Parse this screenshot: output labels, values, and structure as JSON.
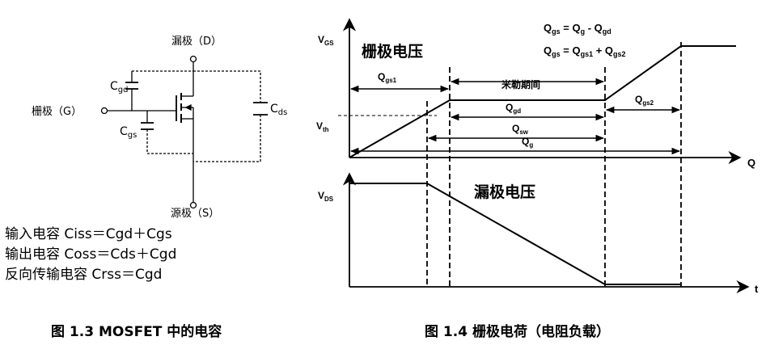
{
  "figure13": {
    "drain_label": "漏极（D）",
    "gate_label": "栅极（G）",
    "source_label": "源极（S）",
    "cgd": "C",
    "cgd_sub": "gd",
    "cgs": "C",
    "cgs_sub": "gs",
    "cds": "C",
    "cds_sub": "ds",
    "eq1": "输入电容 Ciss＝Cgd＋Cgs",
    "eq2": "输出电容 Coss＝Cds＋Cgd",
    "eq3": "反向传输电容 Crss＝Cgd",
    "caption": "图 1.3 MOSFET 中的电容"
  },
  "figure14": {
    "caption": "图 1.4  栅极电荷（电阻负载）",
    "formula1": "Q_gs = Q_g - Q_gd",
    "formula2": "Q_gs = Q_gs1 + Q_gs2",
    "vgs_label": "V_GS",
    "vth_label": "V_th",
    "vds_label": "V_DS",
    "q_axis": "Q",
    "t_axis": "t",
    "gate_voltage_label": "栅极电压",
    "drain_voltage_label": "漏极电压",
    "miller_label": "米勒期间",
    "qgs1": "Q_gs1",
    "qgd": "Q_gd",
    "qsw": "Q_sw",
    "qg": "Q_g",
    "qgs2": "Q_gs2"
  },
  "chart_data": {
    "type": "line",
    "title": "图 1.4  栅极电荷（电阻负载）",
    "series": [
      {
        "name": "V_GS",
        "x": [
          0,
          0.44,
          1.0,
          1.0,
          2.18,
          3.0,
          3.3
        ],
        "y": [
          0,
          0.57,
          1.0,
          1.0,
          1.0,
          1.6,
          1.6
        ]
      },
      {
        "name": "V_DS",
        "x": [
          0,
          0.44,
          0.44,
          1.1,
          2.18,
          3.0,
          3.3
        ],
        "y": [
          1.0,
          1.0,
          1.0,
          0.75,
          0.0,
          0.0,
          0.0
        ]
      }
    ],
    "xlabel": "Q",
    "ylabel": "V_GS",
    "xlabel2": "t",
    "ylabel2": "V_DS",
    "markers": [
      "V_th",
      "Q_gs1",
      "Q_gd",
      "Q_sw",
      "Q_g",
      "Q_gs2",
      "米勒期间"
    ],
    "grid": false
  }
}
